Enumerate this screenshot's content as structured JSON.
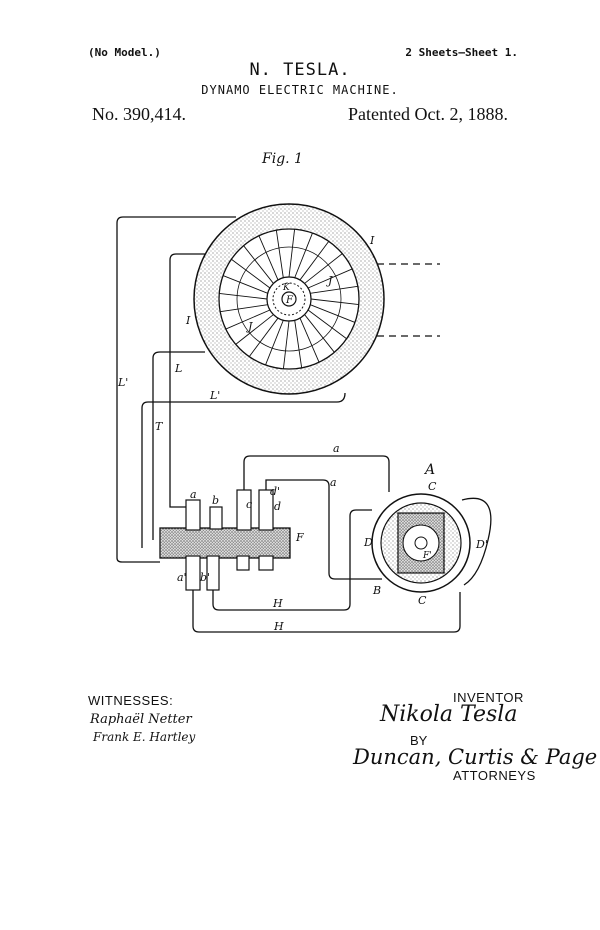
{
  "header": {
    "no_model": "(No Model.)",
    "sheets": "2 Sheets—Sheet 1.",
    "inventor_name": "N. TESLA.",
    "title": "DYNAMO ELECTRIC MACHINE.",
    "patent_number": "No. 390,414.",
    "patent_date": "Patented Oct. 2, 1888."
  },
  "figure": {
    "caption": "Fig. 1",
    "labels": {
      "I": "I",
      "I_left": "I",
      "J_top": "J",
      "J_bottom": "J",
      "K": "K",
      "F_top": "F",
      "L": "L",
      "L_mid": "L'",
      "L_left": "L'",
      "T": "T",
      "a_top": "a",
      "a_right": "a",
      "a_terminal": "a",
      "b_terminal": "b",
      "c_terminal": "c",
      "d_terminal": "d",
      "d_prime": "d'",
      "a_bottom": "a'",
      "b_bottom": "b'",
      "F_shaft": "F",
      "A": "A",
      "C_top": "C",
      "C_bottom": "C",
      "D_left": "D",
      "D_right": "D'",
      "B": "B",
      "F_motor": "F'",
      "H": "H",
      "H_bottom": "H"
    }
  },
  "witnesses": {
    "label": "WITNESSES:",
    "names": [
      "Raphaël Netter",
      "Frank E. Hartley"
    ]
  },
  "inventor": {
    "label": "INVENTOR",
    "signature": "Nikola Tesla"
  },
  "attorneys": {
    "by_label": "BY",
    "signature": "Duncan, Curtis & Page",
    "label": "ATTORNEYS"
  }
}
